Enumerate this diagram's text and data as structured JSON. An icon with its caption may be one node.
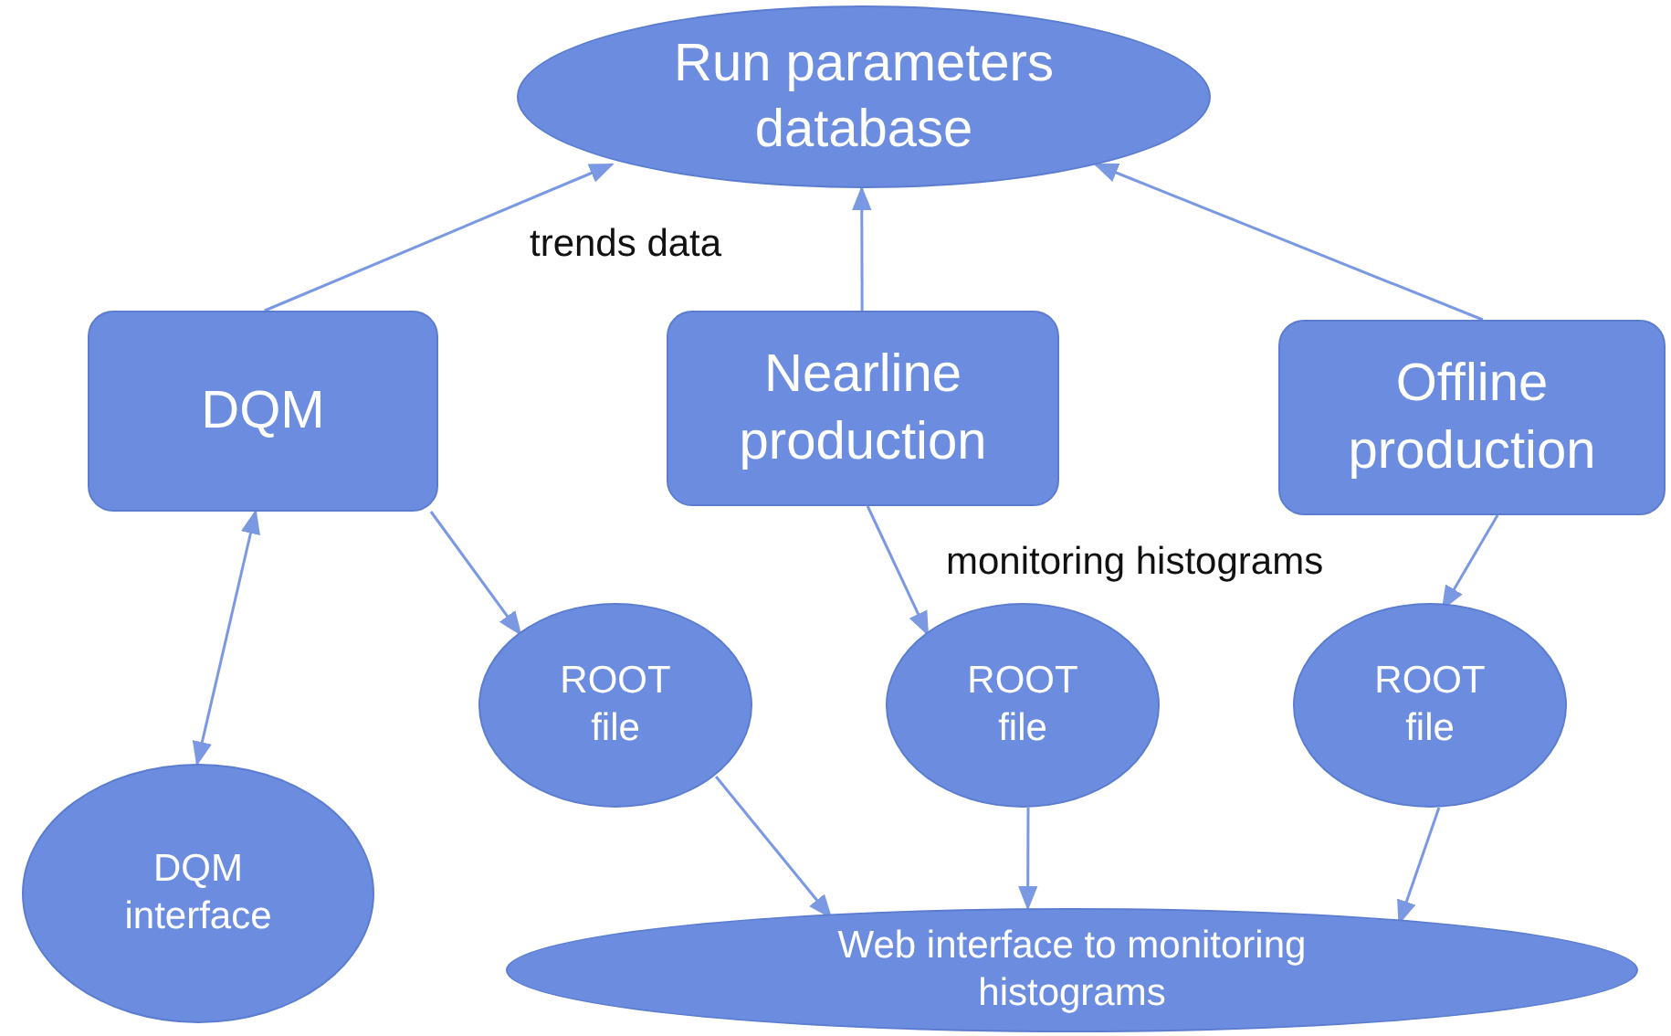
{
  "diagram": {
    "nodes": [
      {
        "text": [
          "Run parameters database"
        ]
      },
      {
        "text": [
          "DQM"
        ]
      },
      {
        "text": [
          "Nearline production"
        ]
      },
      {
        "text": [
          "Offline production"
        ]
      },
      {
        "text": [
          "ROOT file"
        ]
      },
      {
        "text": [
          "ROOT file"
        ]
      },
      {
        "text": [
          "ROOT file"
        ]
      },
      {
        "text": [
          "DQM interface"
        ]
      },
      {
        "text": [
          "Web interface to monitoring histograms"
        ]
      }
    ],
    "edges": [
      {
        "from": 1,
        "to": 0,
        "arrow": "to"
      },
      {
        "from": 2,
        "to": 0,
        "arrow": "to"
      },
      {
        "from": 3,
        "to": 0,
        "arrow": "to"
      },
      {
        "from": 1,
        "to": 7,
        "arrow": "both"
      },
      {
        "from": 1,
        "to": 4,
        "arrow": "to"
      },
      {
        "from": 2,
        "to": 5,
        "arrow": "to"
      },
      {
        "from": 3,
        "to": 6,
        "arrow": "to"
      },
      {
        "from": 4,
        "to": 8,
        "arrow": "to"
      },
      {
        "from": 5,
        "to": 8,
        "arrow": "to"
      },
      {
        "from": 6,
        "to": 8,
        "arrow": "to"
      }
    ],
    "labels": [
      "trends data",
      "monitoring histograms"
    ]
  }
}
